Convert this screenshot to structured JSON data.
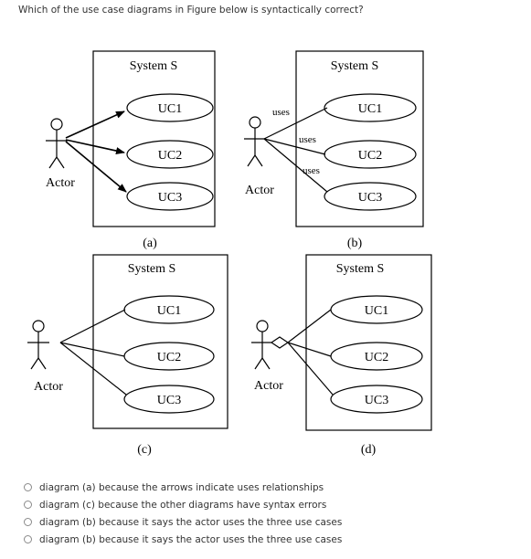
{
  "question": {
    "text": "Which of the use case diagrams in Figure below is syntactically correct?"
  },
  "figure": {
    "diagrams": [
      {
        "id": "a",
        "caption": "(a)",
        "system_label": "System S",
        "actor_label": "Actor",
        "use_cases": [
          "UC1",
          "UC2",
          "UC3"
        ],
        "connection": "arrow"
      },
      {
        "id": "b",
        "caption": "(b)",
        "system_label": "System S",
        "actor_label": "Actor",
        "use_cases": [
          "UC1",
          "UC2",
          "UC3"
        ],
        "connection": "line",
        "edge_labels": [
          "uses",
          "uses",
          "uses"
        ]
      },
      {
        "id": "c",
        "caption": "(c)",
        "system_label": "System S",
        "actor_label": "Actor",
        "use_cases": [
          "UC1",
          "UC2",
          "UC3"
        ],
        "connection": "line"
      },
      {
        "id": "d",
        "caption": "(d)",
        "system_label": "System S",
        "actor_label": "Actor",
        "use_cases": [
          "UC1",
          "UC2",
          "UC3"
        ],
        "connection": "line-with-diamond"
      }
    ]
  },
  "options": [
    {
      "label": "diagram (a) because the arrows indicate uses relationships",
      "selected": false
    },
    {
      "label": "diagram (c) because the other diagrams have syntax errors",
      "selected": false
    },
    {
      "label": "diagram (b) because it says the actor uses the three use cases",
      "selected": false
    },
    {
      "label": "diagram (b) because it says the actor uses the three use cases",
      "selected": false
    }
  ]
}
